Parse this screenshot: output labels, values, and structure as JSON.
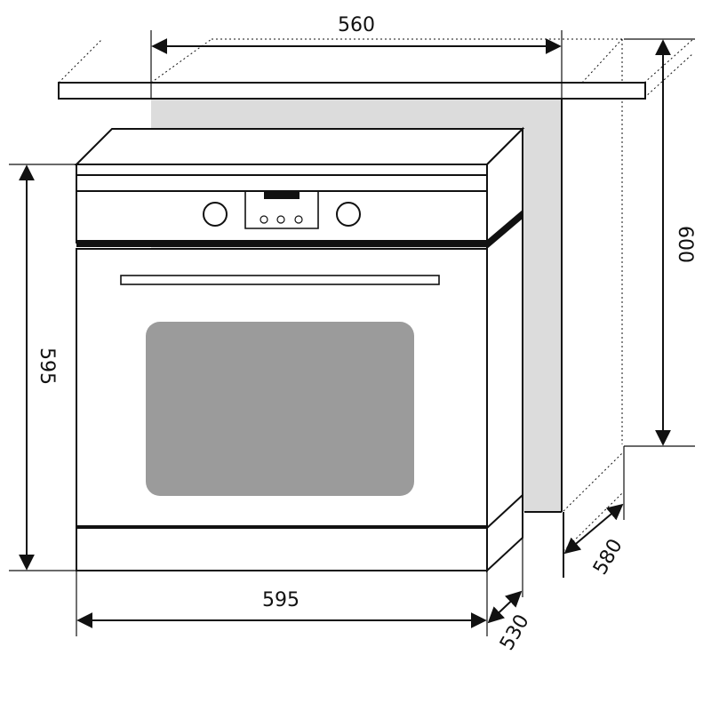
{
  "dimensions": {
    "niche_width": "560",
    "niche_height": "600",
    "niche_depth": "580",
    "oven_height": "595",
    "oven_width": "595",
    "oven_depth": "530"
  },
  "colors": {
    "line": "#111111",
    "wall_fill": "#dcdcdc",
    "window_fill": "#9b9b9b",
    "background": "#ffffff"
  }
}
